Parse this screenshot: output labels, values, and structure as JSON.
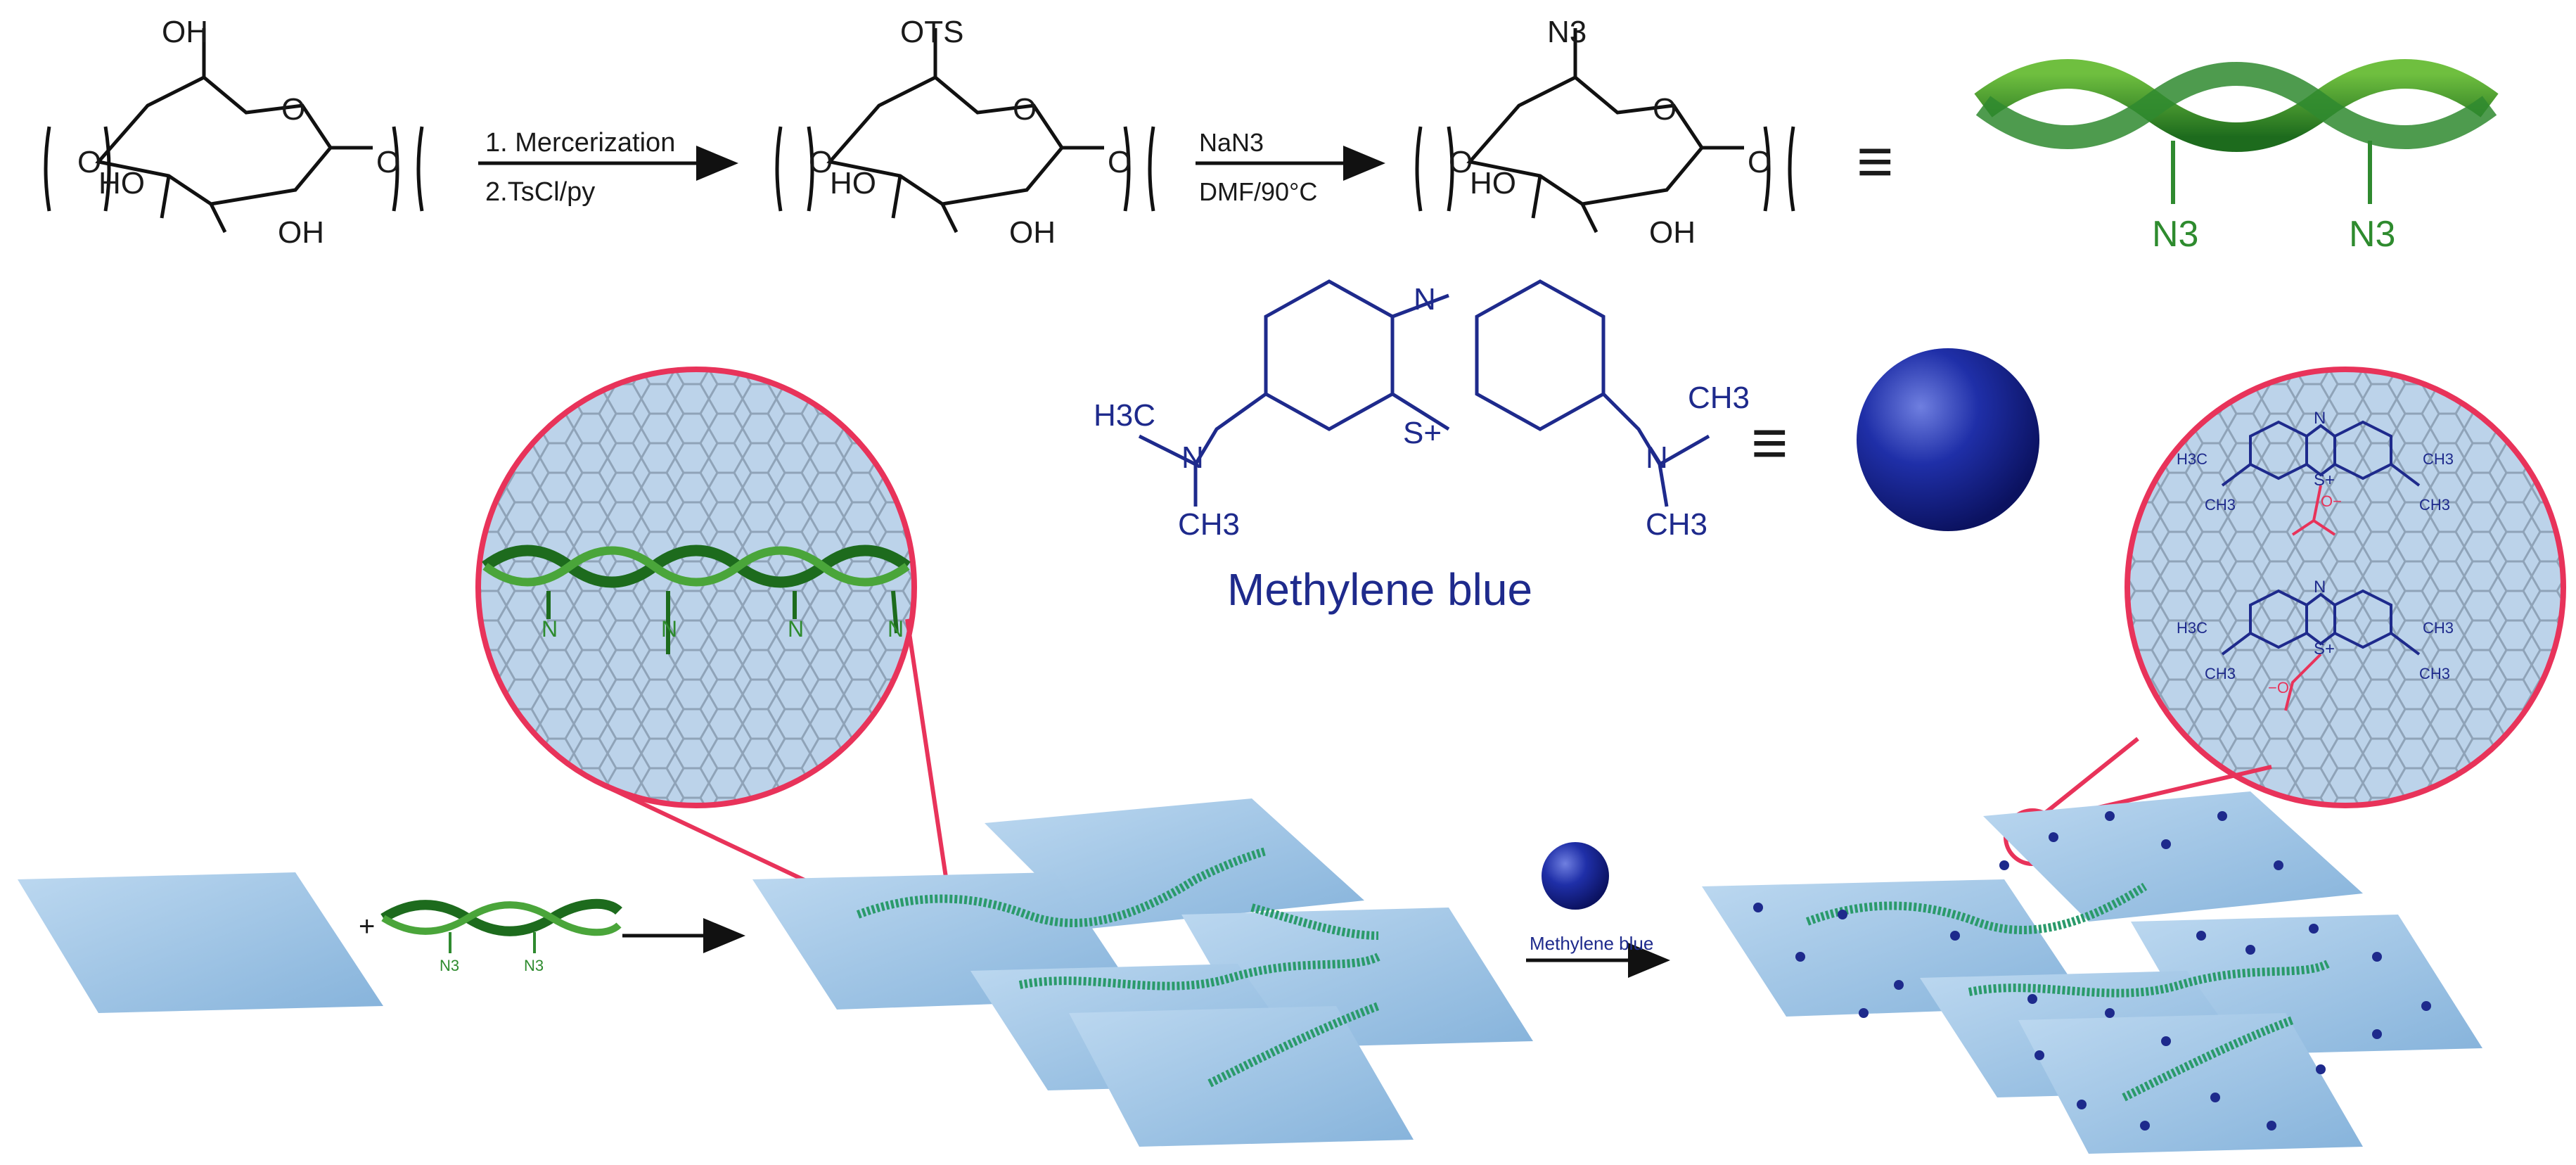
{
  "reaction": {
    "monomer1": {
      "oh_top": "OH",
      "o_left": "O",
      "ho_left": "HO",
      "oh_bottom": "OH",
      "o_ring": "O",
      "o_right": "O"
    },
    "step1": {
      "line1": "1. Mercerization",
      "line2": "2.TsCl/py"
    },
    "monomer2": {
      "top": "OTS",
      "o_left": "O",
      "ho_left": "HO",
      "oh_bottom": "OH",
      "o_ring": "O",
      "o_right": "O"
    },
    "step2": {
      "line1": "NaN3",
      "line2": "DMF/90°C"
    },
    "monomer3": {
      "top": "N3",
      "o_left": "O",
      "ho_left": "HO",
      "oh_bottom": "OH",
      "o_ring": "O",
      "o_right": "O"
    },
    "equiv": "≡",
    "helix_labels": [
      "N3",
      "N3"
    ]
  },
  "methylene_blue": {
    "n_top": "N",
    "s_plus": "S+",
    "h3c": "H3C",
    "n_left": "N",
    "ch3_left": "CH3",
    "n_right": "N",
    "ch3_right_top": "CH3",
    "ch3_right_bottom": "CH3",
    "equiv": "≡",
    "name": "Methylene blue"
  },
  "assembly": {
    "plus": "+",
    "small_helix_labels": [
      "N3",
      "N3"
    ],
    "arrow_label": "Methylene blue",
    "zoom_left_labels": [
      "N",
      "N",
      "N",
      "N"
    ],
    "zoom_right_top": {
      "n": "N",
      "s": "S+",
      "h3c": "H3C",
      "ch3a": "CH3",
      "ch3b": "CH3",
      "ch3c": "CH3",
      "o": "O−"
    },
    "zoom_right_bottom": {
      "n": "N",
      "s": "S+",
      "h3c": "H3C",
      "ch3a": "CH3",
      "ch3b": "CH3",
      "ch3c": "CH3",
      "o": "−O"
    }
  },
  "colors": {
    "dye_blue": "#1e2a8c",
    "sheet_blue": "#a9cbe8",
    "helix_green": "#2e8b2e",
    "zoom_red": "#e8335a"
  }
}
